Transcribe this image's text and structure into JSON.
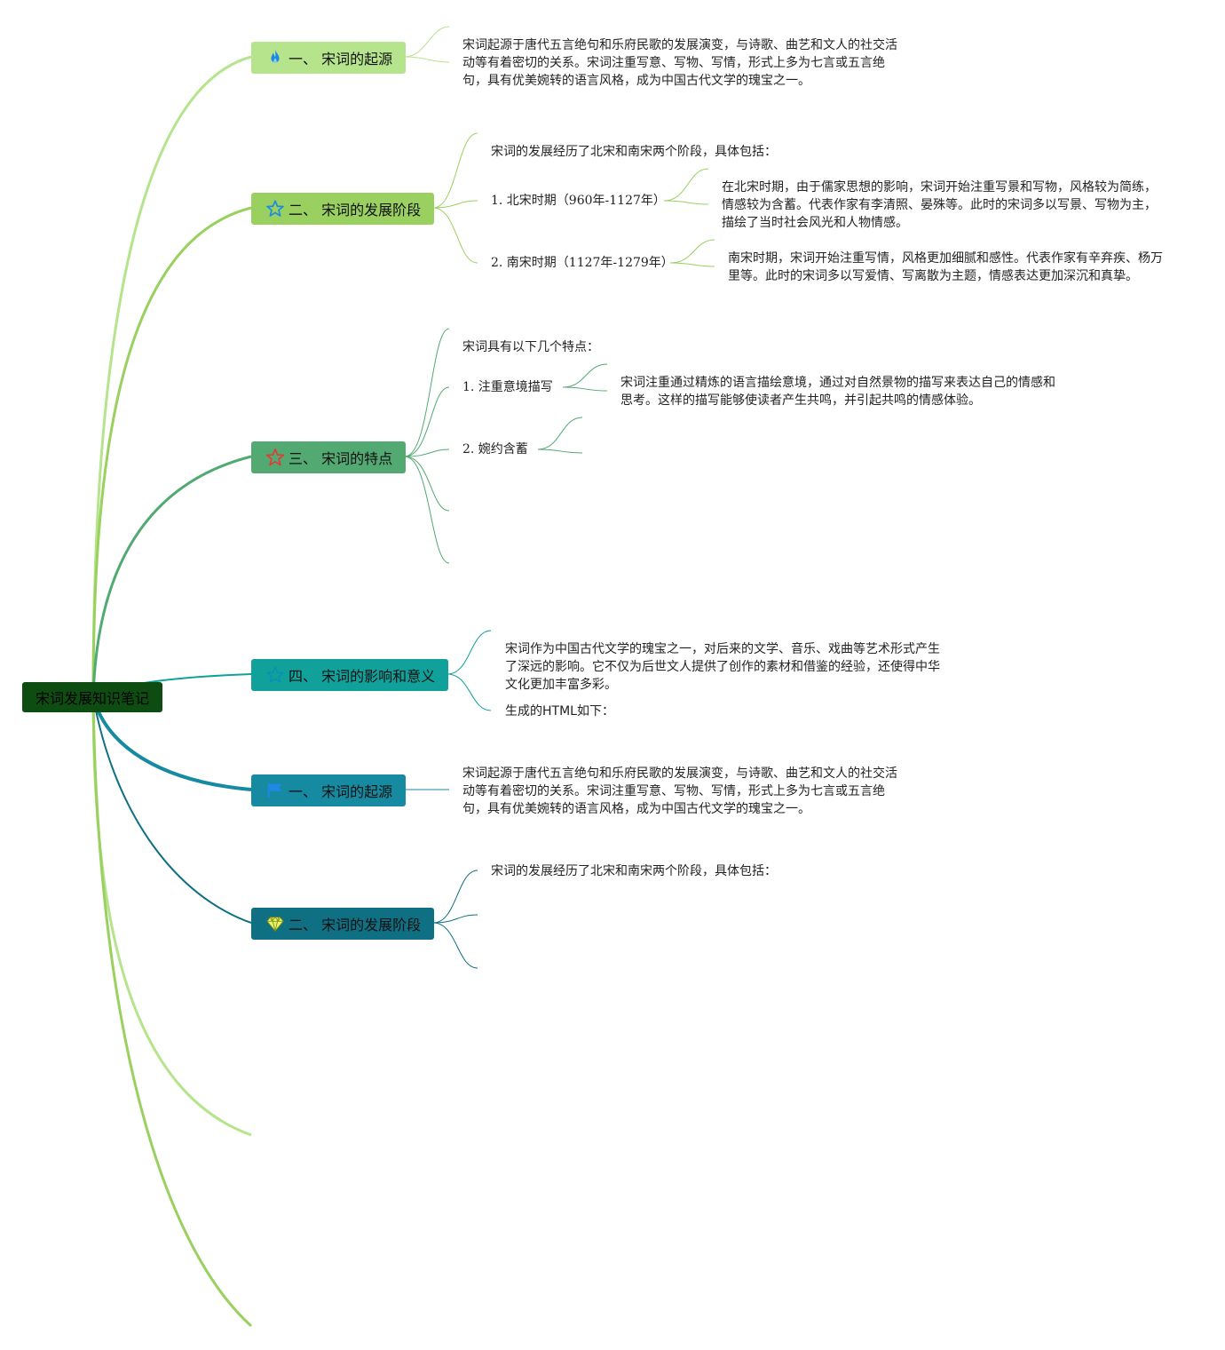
{
  "root": {
    "title": "宋词发展知识笔记"
  },
  "branches": [
    {
      "label": "一、 宋词的起源",
      "icon": "flame-icon",
      "color": "#b5e48c"
    },
    {
      "label": "二、 宋词的发展阶段",
      "icon": "star-outline-icon",
      "color": "#99d05f"
    },
    {
      "label": "三、 宋词的特点",
      "icon": "star-outline-icon",
      "color": "#52a972"
    },
    {
      "label": "四、 宋词的影响和意义",
      "icon": "star-outline-icon",
      "color": "#11a19b"
    },
    {
      "label": "一、 宋词的起源",
      "icon": "flag-icon",
      "color": "#168aa0"
    },
    {
      "label": "二、 宋词的发展阶段",
      "icon": "diamond-icon",
      "color": "#0f6f83"
    }
  ],
  "texts": {
    "origin1": "宋词起源于唐代五言绝句和乐府民歌的发展演变，与诗歌、曲艺和文人的社交活动等有着密切的关系。宋词注重写意、写物、写情，形式上多为七言或五言绝句，具有优美婉转的语言风格，成为中国古代文学的瑰宝之一。",
    "stage_intro": "宋词的发展经历了北宋和南宋两个阶段，具体包括：",
    "stage_north": "1. 北宋时期（960年-1127年）",
    "stage_north_desc": "在北宋时期，由于儒家思想的影响，宋词开始注重写景和写物，风格较为简练，情感较为含蓄。代表作家有李清照、晏殊等。此时的宋词多以写景、写物为主，描绘了当时社会风光和人物情感。",
    "stage_south": "2. 南宋时期（1127年-1279年）",
    "stage_south_desc": "南宋时期，宋词开始注重写情，风格更加细腻和感性。代表作家有辛弃疾、杨万里等。此时的宋词多以写爱情、写离散为主题，情感表达更加深沉和真挚。",
    "feature_intro": "宋词具有以下几个特点：",
    "feature1": "1. 注重意境描写",
    "feature1_desc": "宋词注重通过精炼的语言描绘意境，通过对自然景物的描写来表达自己的情感和思考。这样的描写能够使读者产生共鸣，并引起共鸣的情感体验。",
    "feature2": "2. 婉约含蓄",
    "influence_desc": "宋词作为中国古代文学的瑰宝之一，对后来的文学、音乐、戏曲等艺术形式产生了深远的影响。它不仅为后世文人提供了创作的素材和借鉴的经验，还使得中华文化更加丰富多彩。",
    "influence_note": "生成的HTML如下：",
    "origin2": "宋词起源于唐代五言绝句和乐府民歌的发展演变，与诗歌、曲艺和文人的社交活动等有着密切的关系。宋词注重写意、写物、写情，形式上多为七言或五言绝句，具有优美婉转的语言风格，成为中国古代文学的瑰宝之一。",
    "stage_intro2": "宋词的发展经历了北宋和南宋两个阶段，具体包括："
  },
  "icon_colors": {
    "flame": "#1e88e5",
    "star_blue": "#1e88e5",
    "star_red": "#e53935",
    "star_teal": "#0d8fb0",
    "flag": "#1e88e5",
    "diamond": "#e8f26a"
  }
}
